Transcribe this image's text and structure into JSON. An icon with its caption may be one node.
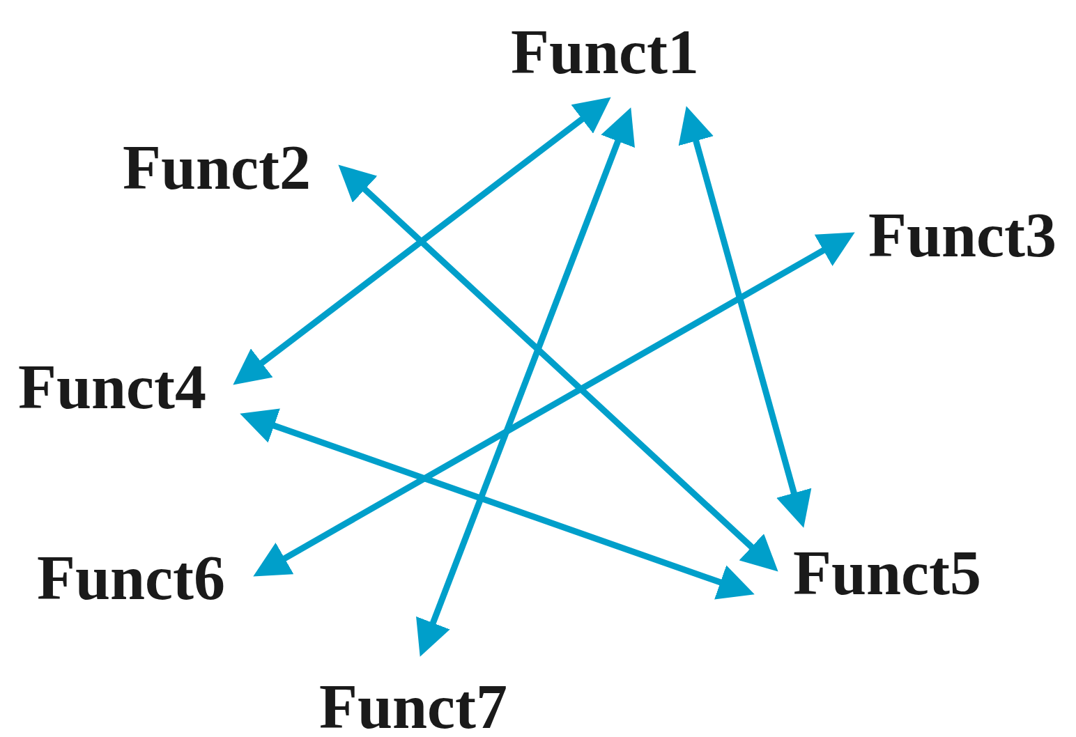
{
  "diagram": {
    "nodes": [
      {
        "text": [
          "Funct1"
        ]
      },
      {
        "text": [
          "Funct2"
        ]
      },
      {
        "text": [
          "Funct3"
        ]
      },
      {
        "text": [
          "Funct4"
        ]
      },
      {
        "text": [
          "Funct5"
        ]
      },
      {
        "text": [
          "Funct6"
        ]
      },
      {
        "text": [
          "Funct7"
        ]
      }
    ],
    "edges": [
      {
        "from": 0,
        "to": 3,
        "arrow": "both"
      },
      {
        "from": 0,
        "to": 6,
        "arrow": "both"
      },
      {
        "from": 0,
        "to": 4,
        "arrow": "both"
      },
      {
        "from": 1,
        "to": 4,
        "arrow": "both"
      },
      {
        "from": 2,
        "to": 5,
        "arrow": "both"
      },
      {
        "from": 3,
        "to": 4,
        "arrow": "both"
      }
    ]
  }
}
